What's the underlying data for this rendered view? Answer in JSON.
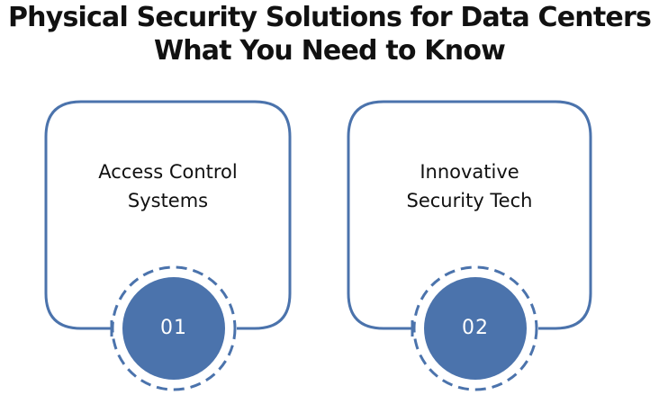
{
  "title": {
    "line1": "Physical Security Solutions for Data Centers",
    "line2": "What You Need to Know"
  },
  "cards": [
    {
      "number": "01",
      "label_line1": "Access Control",
      "label_line2": "Systems"
    },
    {
      "number": "02",
      "label_line1": "Innovative",
      "label_line2": "Security Tech"
    }
  ],
  "colors": {
    "accent": "#4b73ac",
    "frame": "#4b73ac",
    "text": "#111111",
    "background": "#ffffff"
  }
}
